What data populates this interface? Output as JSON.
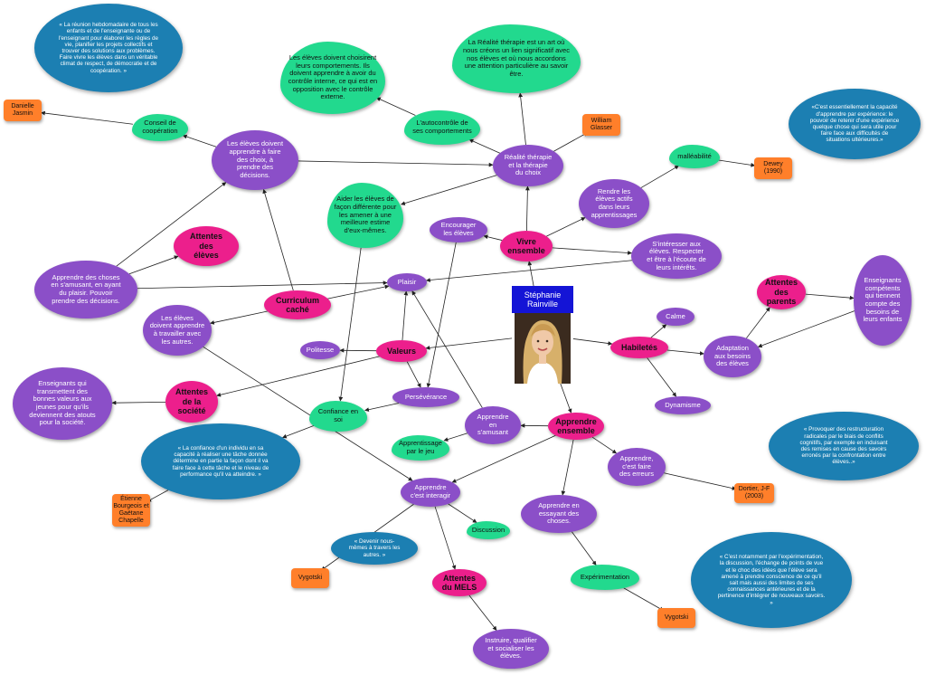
{
  "center": {
    "title": "Stéphanie\nRainville"
  },
  "nodes": [
    {
      "id": "attentes_eleves",
      "text": "Attentes\ndes\nélèves",
      "style": "pink"
    },
    {
      "id": "curriculum",
      "text": "Curriculum\ncaché",
      "style": "pink"
    },
    {
      "id": "valeurs",
      "text": "Valeurs",
      "style": "pink"
    },
    {
      "id": "attentes_societe",
      "text": "Attentes\nde la\nsociété",
      "style": "pink"
    },
    {
      "id": "vivre",
      "text": "Vivre\nensemble",
      "style": "pink"
    },
    {
      "id": "habiletes",
      "text": "Habiletés",
      "style": "pink"
    },
    {
      "id": "attentes_parents",
      "text": "Attentes\ndes\nparents",
      "style": "pink"
    },
    {
      "id": "apprendre",
      "text": "Apprendre\nensemble",
      "style": "pink"
    },
    {
      "id": "attentes_mels",
      "text": "Attentes\ndu MELS",
      "style": "pink"
    },
    {
      "id": "eleves_choix",
      "text": "Les élèves  doivent\napprendre à faire\ndes choix, à\nprendre des\ndécisions.",
      "style": "purple"
    },
    {
      "id": "apprendre_choses",
      "text": "Apprendre des choses\nen s'amusant, en ayant\ndu plaisir. Pouvoir\nprendre des décisions.",
      "style": "purple"
    },
    {
      "id": "plaisir",
      "text": "Plaisir",
      "style": "purple"
    },
    {
      "id": "eleves_travailler",
      "text": "Les élèves\ndoivent apprendre\nà travailler avec\nles autres.",
      "style": "purple"
    },
    {
      "id": "politesse",
      "text": "Politesse",
      "style": "purple"
    },
    {
      "id": "enseignants_valeurs",
      "text": "Enseignants qui\ntransmettent des\nbonnes valeurs aux\njeunes pour qu'ils\ndeviennent des atouts\npour la société.",
      "style": "purple"
    },
    {
      "id": "perseverance",
      "text": "Persévérance",
      "style": "purple"
    },
    {
      "id": "encourager",
      "text": "Encourager\nles élèves",
      "style": "purple"
    },
    {
      "id": "realite",
      "text": "Réalité thérapie\net la thérapie\ndu choix",
      "style": "purple"
    },
    {
      "id": "rendre_actifs",
      "text": "Rendre les\nélèves actifs\ndans leurs\napprentissages",
      "style": "purple"
    },
    {
      "id": "interesser",
      "text": "S'intéresser aux\nélèves. Respecter\net être à l'écoute de\nleurs intérêts.",
      "style": "purple"
    },
    {
      "id": "enseignants_competents",
      "text": "Enseignants\ncompétents\nqui tiennent\ncompte des\nbesoins de\nleurs enfants",
      "style": "purple"
    },
    {
      "id": "calme",
      "text": "Calme",
      "style": "purple"
    },
    {
      "id": "adaptation",
      "text": "Adaptation\naux besoins\ndes élèves",
      "style": "purple"
    },
    {
      "id": "dynamisme",
      "text": "Dynamisme",
      "style": "purple"
    },
    {
      "id": "en_samusant",
      "text": "Apprendre\nen\ns'amusant",
      "style": "purple"
    },
    {
      "id": "cest_faire",
      "text": "Apprendre,\nc'est faire\ndes erreurs",
      "style": "purple"
    },
    {
      "id": "interagir",
      "text": "Apprendre\nc'est interagir",
      "style": "purple"
    },
    {
      "id": "essayant",
      "text": "Apprendre en\nessayant des\nchoses.",
      "style": "purple"
    },
    {
      "id": "instruire",
      "text": "Instruire, qualifier\net socialiser les\nélèves.",
      "style": "purple"
    },
    {
      "id": "conseil",
      "text": "Conseil de\ncoopération",
      "style": "cloud"
    },
    {
      "id": "choisir_comport",
      "text": "Les élèves doivent choisirent\nleurs comportements. Ils\ndoivent apprendre à avoir du\ncontrôle interne, ce qui est en\nopposition avec le contrôle\nexterne.",
      "style": "cloud"
    },
    {
      "id": "realite_art",
      "text": "La Réalité thérapie est un art où\nnous créons un lien significatif avec\nnos élèves et où nous accordons\nune attention particulière au savoir\nêtre.",
      "style": "cloud"
    },
    {
      "id": "autocontrole",
      "text": "L'autocontrôle de\nses comportements",
      "style": "cloud"
    },
    {
      "id": "aider_eleves",
      "text": "Aider les élèves de\nfaçon différente pour\nles amener à une\nmeilleure estime\nd'eux-mêmes.",
      "style": "cloud"
    },
    {
      "id": "malleabilite",
      "text": "malléabilité",
      "style": "cloud"
    },
    {
      "id": "confiance",
      "text": "Confiance en\nsoi",
      "style": "cloud"
    },
    {
      "id": "jeu",
      "text": "Apprentissage\npar le jeu",
      "style": "cloud"
    },
    {
      "id": "discussion",
      "text": "Discussion",
      "style": "cloud"
    },
    {
      "id": "experimentation",
      "text": "Expérimentation",
      "style": "cloud"
    },
    {
      "id": "danielle",
      "text": "Danielle\nJasmin",
      "style": "orange"
    },
    {
      "id": "glasser",
      "text": "William\nGlasser",
      "style": "orange"
    },
    {
      "id": "dewey",
      "text": "Dewey\n(1990)",
      "style": "orange"
    },
    {
      "id": "bourgeois",
      "text": "Étienne\nBourgeois et\nGaëtane\nChapelle",
      "style": "orange"
    },
    {
      "id": "vygotski1",
      "text": "Vygotski",
      "style": "orange"
    },
    {
      "id": "dortier",
      "text": "Dortier, J-F\n(2003)",
      "style": "orange"
    },
    {
      "id": "vygotski2",
      "text": "Vygotski",
      "style": "orange"
    },
    {
      "id": "q_reunion",
      "text": "« La réunion hebdomadaire de tous les\nenfants et de l'enseignante ou de\nl'enseignant pour élaborer les règles de\nvie, planifier les projets collectifs et\ntrouver des solutions aux problèmes.\nFaire vivre les élèves dans un véritable\nclimat de respect, de démocratie et de\ncoopération. »",
      "style": "bubble"
    },
    {
      "id": "q_dewey",
      "text": "«C'est essentiellement la capacité\nd'apprendre par expérience: le\npouvoir de retenir d'une expérience\nquelque chose qui sera utile pour\nfaire face aux difficultés de\nsituations ultérieures.»",
      "style": "bubble"
    },
    {
      "id": "q_confiance",
      "text": "« La confiance d'un individu en sa\ncapacité à réaliser une tâche donnée\ndétermine en partie la façon dont il va\nfaire face à cette tâche et le niveau de\nperformance qu'il va atteindre. »",
      "style": "bubble"
    },
    {
      "id": "q_dortier",
      "text": "« Provoquer des restructuration\nradicales par le biais de conflits\ncognitifs, par exemple en induisant\ndes remises en cause des savoirs\nerronés par la confrontation entre\nélèves..»",
      "style": "bubble"
    },
    {
      "id": "q_devenir",
      "text": "« Devenir nous-\nmêmes à travers les\nautres. »",
      "style": "bubble"
    },
    {
      "id": "q_experimentation",
      "text": "« C'est notamment par l'expérimentation,\nla discussion, l'échange de points de vue\net le choc des idées que l'élève sera\namené à prendre conscience de ce qu'il\nsait mais aussi des limites de ses\nconnaissances antérieures et de la\npertinence d'intégrer de nouveaux savoirs.\n»",
      "style": "bubble"
    }
  ],
  "edges": [
    [
      "curriculum",
      "eleves_choix"
    ],
    [
      "curriculum",
      "eleves_travailler"
    ],
    [
      "curriculum",
      "plaisir"
    ],
    [
      "apprendre_choses",
      "attentes_eleves"
    ],
    [
      "apprendre_choses",
      "eleves_choix"
    ],
    [
      "apprendre_choses",
      "plaisir"
    ],
    [
      "eleves_choix",
      "conseil"
    ],
    [
      "conseil",
      "danielle"
    ],
    [
      "eleves_choix",
      "realite"
    ],
    [
      "realite",
      "autocontrole"
    ],
    [
      "autocontrole",
      "choisir_comport"
    ],
    [
      "realite",
      "realite_art"
    ],
    [
      "realite",
      "glasser"
    ],
    [
      "realite",
      "aider_eleves"
    ],
    [
      "aider_eleves",
      "confiance"
    ],
    [
      "vivre",
      "realite"
    ],
    [
      "vivre",
      "encourager"
    ],
    [
      "vivre",
      "rendre_actifs"
    ],
    [
      "vivre",
      "interesser"
    ],
    [
      "rendre_actifs",
      "malleabilite"
    ],
    [
      "malleabilite",
      "dewey"
    ],
    [
      "interesser",
      "plaisir"
    ],
    [
      "encourager",
      "perseverance"
    ],
    [
      "valeurs",
      "plaisir"
    ],
    [
      "valeurs",
      "politesse"
    ],
    [
      "valeurs",
      "attentes_societe"
    ],
    [
      "valeurs",
      "perseverance"
    ],
    [
      "attentes_societe",
      "enseignants_valeurs"
    ],
    [
      "perseverance",
      "confiance"
    ],
    [
      "confiance",
      "q_confiance"
    ],
    [
      "q_confiance",
      "bourgeois"
    ],
    [
      "eleves_travailler",
      "interagir"
    ],
    [
      "habiletes",
      "calme"
    ],
    [
      "habiletes",
      "adaptation"
    ],
    [
      "habiletes",
      "dynamisme"
    ],
    [
      "adaptation",
      "attentes_parents"
    ],
    [
      "attentes_parents",
      "enseignants_competents"
    ],
    [
      "enseignants_competents",
      "adaptation"
    ],
    [
      "apprendre",
      "en_samusant"
    ],
    [
      "apprendre",
      "cest_faire"
    ],
    [
      "apprendre",
      "interagir"
    ],
    [
      "apprendre",
      "essayant"
    ],
    [
      "en_samusant",
      "jeu"
    ],
    [
      "en_samusant",
      "plaisir"
    ],
    [
      "cest_faire",
      "dortier"
    ],
    [
      "essayant",
      "experimentation"
    ],
    [
      "experimentation",
      "vygotski2"
    ],
    [
      "interagir",
      "discussion"
    ],
    [
      "interagir",
      "attentes_mels"
    ],
    [
      "interagir",
      "vygotski1"
    ],
    [
      "attentes_mels",
      "instruire"
    ],
    [
      "center",
      "valeurs"
    ],
    [
      "center",
      "vivre"
    ],
    [
      "center",
      "habiletes"
    ],
    [
      "center",
      "apprendre"
    ]
  ]
}
